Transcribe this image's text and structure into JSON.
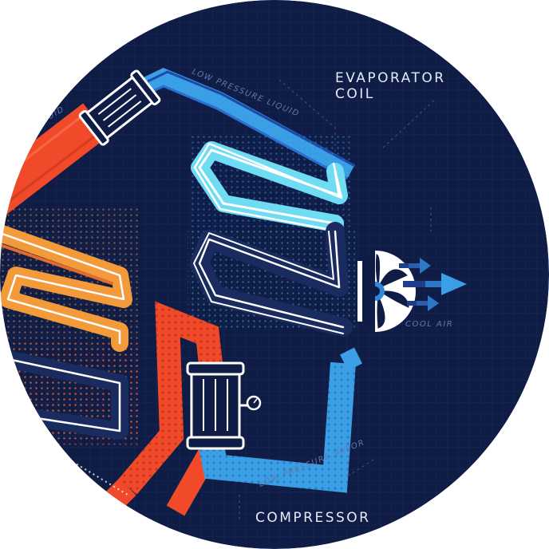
{
  "labels": {
    "evaporator_line1": "EVAPORATOR",
    "evaporator_line2": "COIL",
    "compressor": "COMPRESSOR",
    "cool_air": "COOL AIR",
    "low_pressure_liquid": "LOW PRESSURE LIQUID",
    "low_pressure_vapor": "LOW PRESSURE VAPOR",
    "liquid_fragment": "LIQUID"
  },
  "colors": {
    "background": "#0f1c45",
    "grid": "#1b2a5c",
    "hot_red": "#f04a2a",
    "orange": "#f39a3a",
    "cool_blue": "#39a0ea",
    "light_cyan": "#6fdcf4",
    "dark_blue": "#1d4aa8",
    "outline": "#ffffff",
    "label_muted": "#5d79b0",
    "label_bright": "#e4ecf8",
    "arrow_blue": "#2d78c8"
  }
}
